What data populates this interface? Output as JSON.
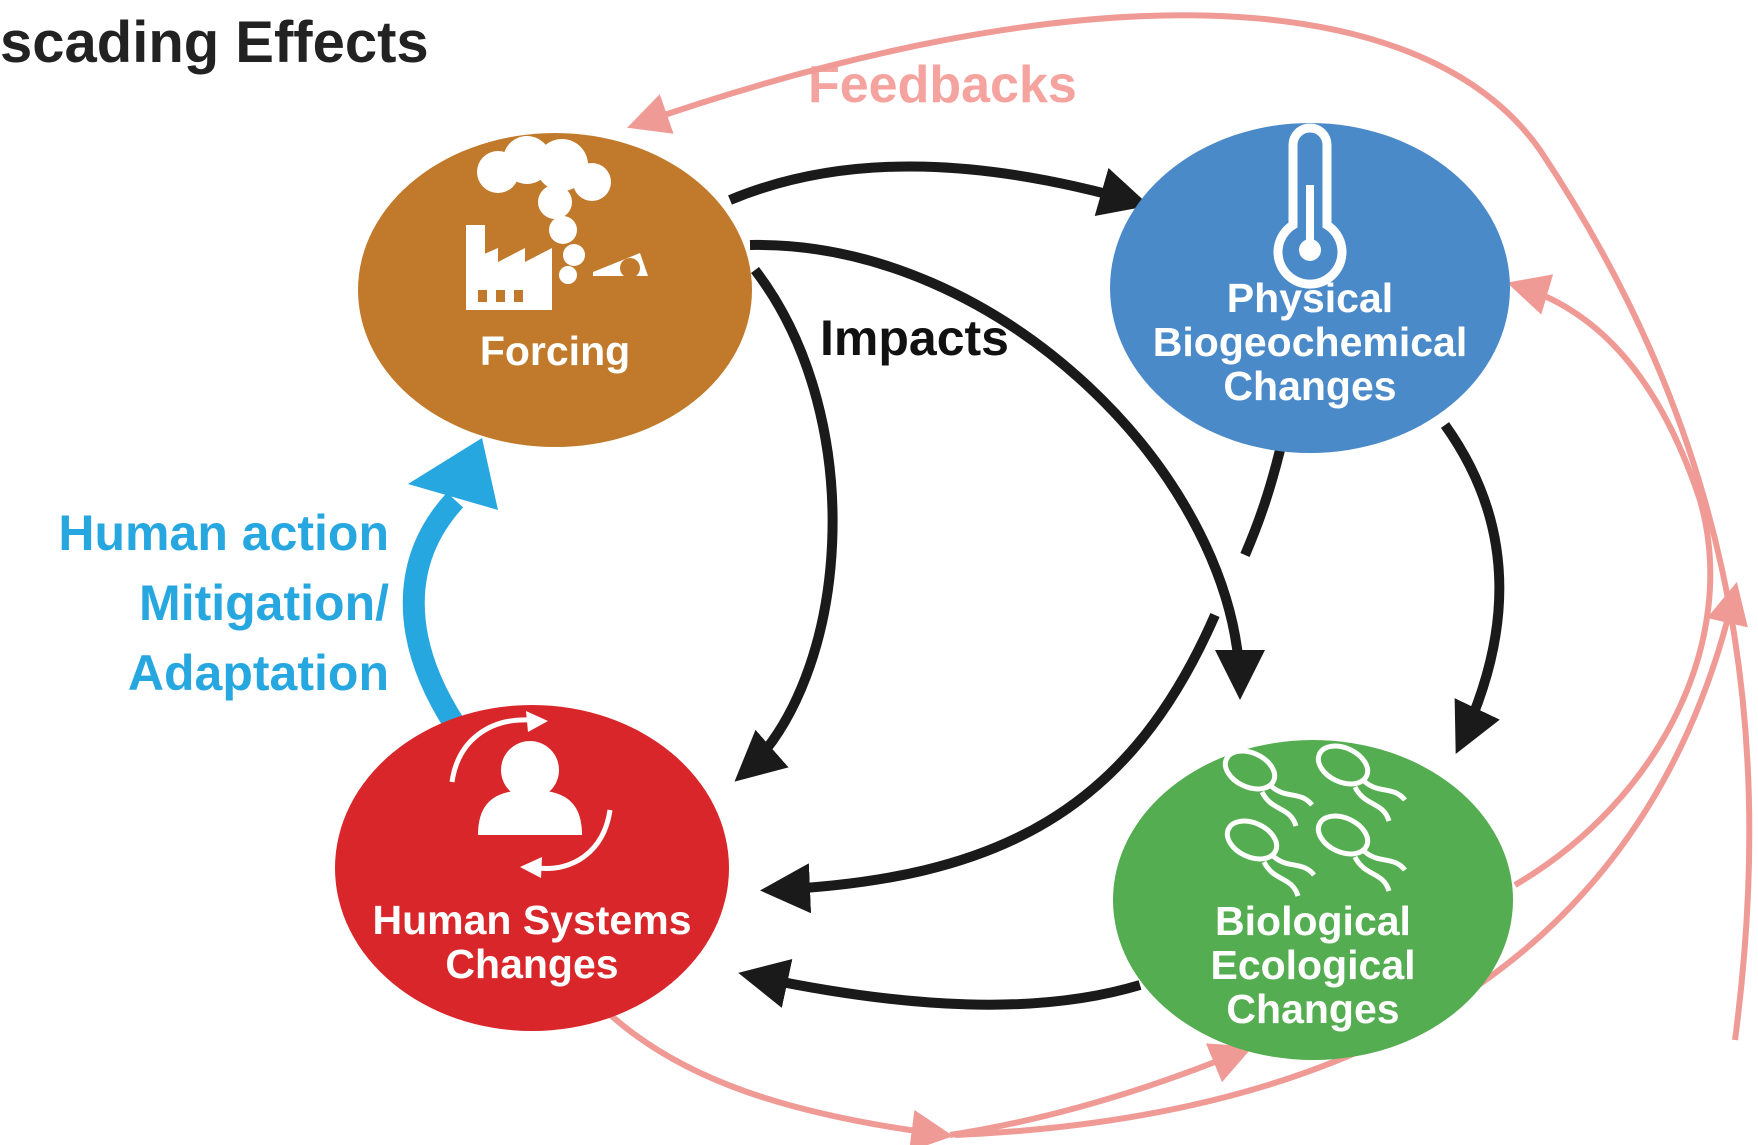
{
  "title": "scading Effects",
  "feedbacks_label": "Feedbacks",
  "impacts_label": "Impacts",
  "human_action_lines": [
    "Human action",
    "Mitigation/",
    "Adaptation"
  ],
  "nodes": {
    "forcing": {
      "label_lines": [
        "Forcing"
      ],
      "color": "#c17a2b",
      "icon": "factory-smoke-car-icon"
    },
    "physical": {
      "label_lines": [
        "Physical",
        "Biogeochemical",
        "Changes"
      ],
      "color": "#4a8ac8",
      "icon": "thermometer-icon"
    },
    "human": {
      "label_lines": [
        "Human Systems",
        "Changes"
      ],
      "color": "#d9262a",
      "icon": "person-cycle-icon"
    },
    "biological": {
      "label_lines": [
        "Biological",
        "Ecological",
        "Changes"
      ],
      "color": "#55ad51",
      "icon": "microbes-icon"
    }
  },
  "colors": {
    "impacts_arrow": "#1a1a1a",
    "feedback_arrow": "#f09a96",
    "feedback_text": "#f4a39f",
    "human_action": "#27a7df",
    "title": "#222222"
  }
}
